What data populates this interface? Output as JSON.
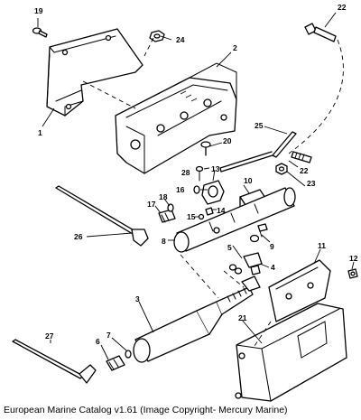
{
  "caption": "European Marine Catalog v1.61 (Image Copyright- Mercury Marine)",
  "callouts": {
    "c1": "1",
    "c2": "2",
    "c3": "3",
    "c4": "4",
    "c5": "5",
    "c6": "6",
    "c7": "7",
    "c8": "8",
    "c9": "9",
    "c10": "10",
    "c11": "11",
    "c12": "12",
    "c13": "13",
    "c14": "14",
    "c15": "15",
    "c16": "16",
    "c17": "17",
    "c18": "18",
    "c19": "19",
    "c20": "20",
    "c21": "21",
    "c22a": "22",
    "c22b": "22",
    "c23": "23",
    "c24": "24",
    "c25": "25",
    "c26": "26",
    "c27": "27",
    "c28": "28"
  }
}
